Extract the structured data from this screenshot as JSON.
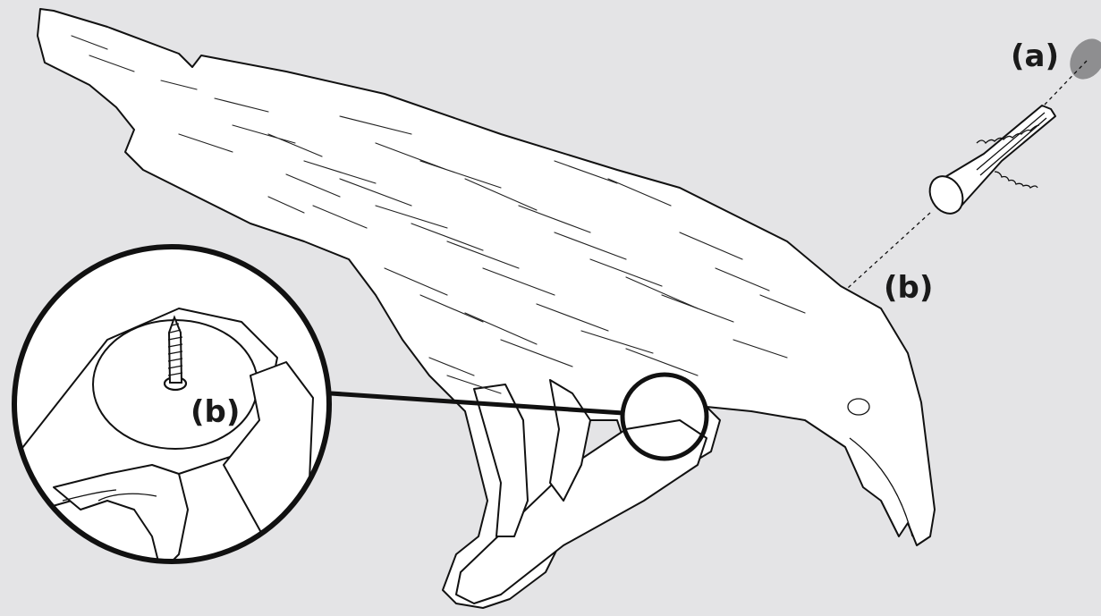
{
  "labels": {
    "a_top": "(a)",
    "b_right": "(b)",
    "b_inset": "(b)"
  },
  "colors": {
    "background": "#e4e4e6",
    "body": "#ffffff",
    "line": "#111111",
    "wall_hole": "#8e8e90"
  },
  "parts": [
    "wall-hole",
    "wall-plug",
    "screw",
    "crow-decoy",
    "magnifier-inset"
  ]
}
